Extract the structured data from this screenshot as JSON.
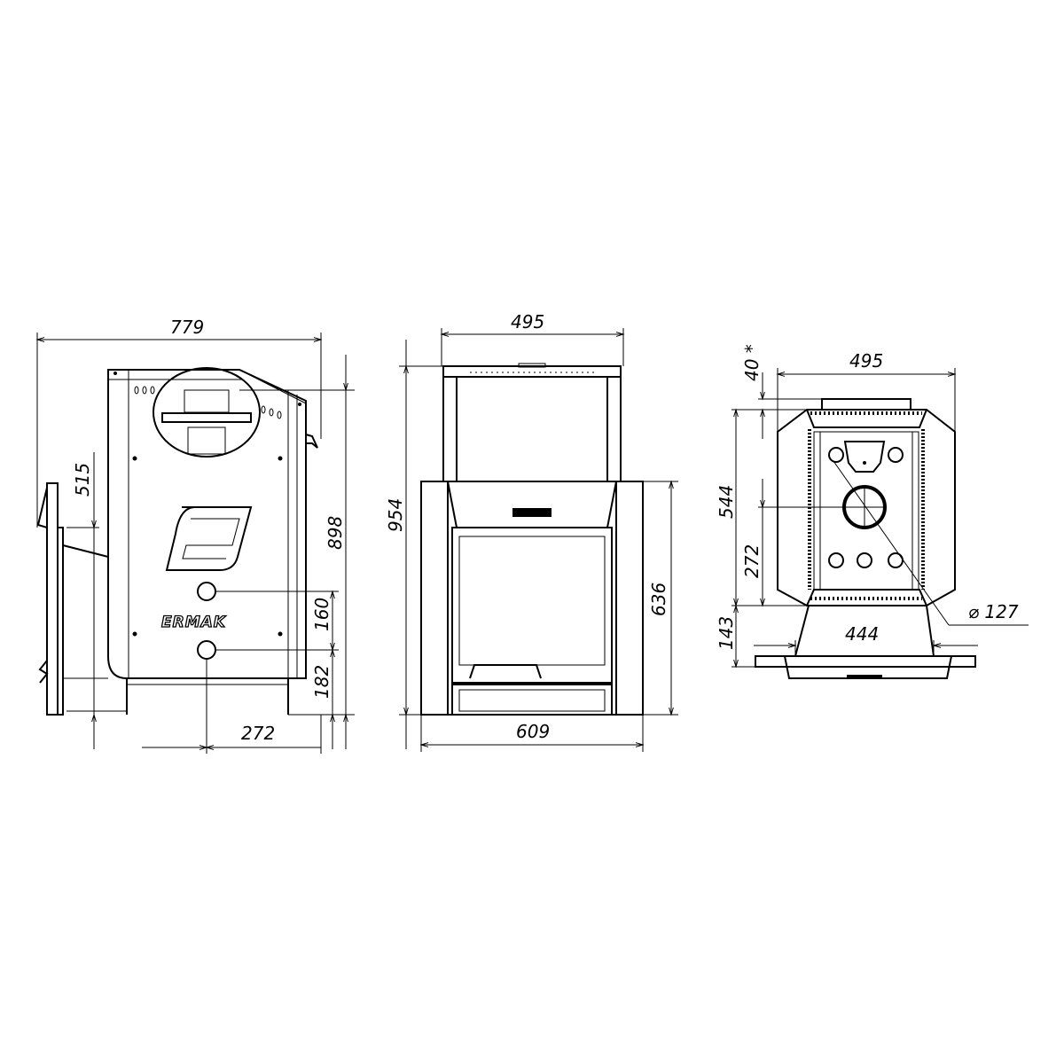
{
  "side_view": {
    "brand_text": "ERMAK",
    "dims": {
      "width": "779",
      "height": "898",
      "door_height": "515",
      "hole_spacing": "160",
      "hole_height": "182",
      "hole_offset": "272"
    }
  },
  "front_view": {
    "dims": {
      "top_width": "495",
      "total_height": "954",
      "body_height": "636",
      "body_width": "609"
    }
  },
  "top_view": {
    "dims": {
      "width": "495",
      "cap": "40 *",
      "depth": "544",
      "flue_offset": "272",
      "base_depth": "143",
      "base_width": "444",
      "flue_diameter": "⌀ 127"
    }
  },
  "colors": {
    "line": "#000000",
    "background": "#ffffff"
  }
}
